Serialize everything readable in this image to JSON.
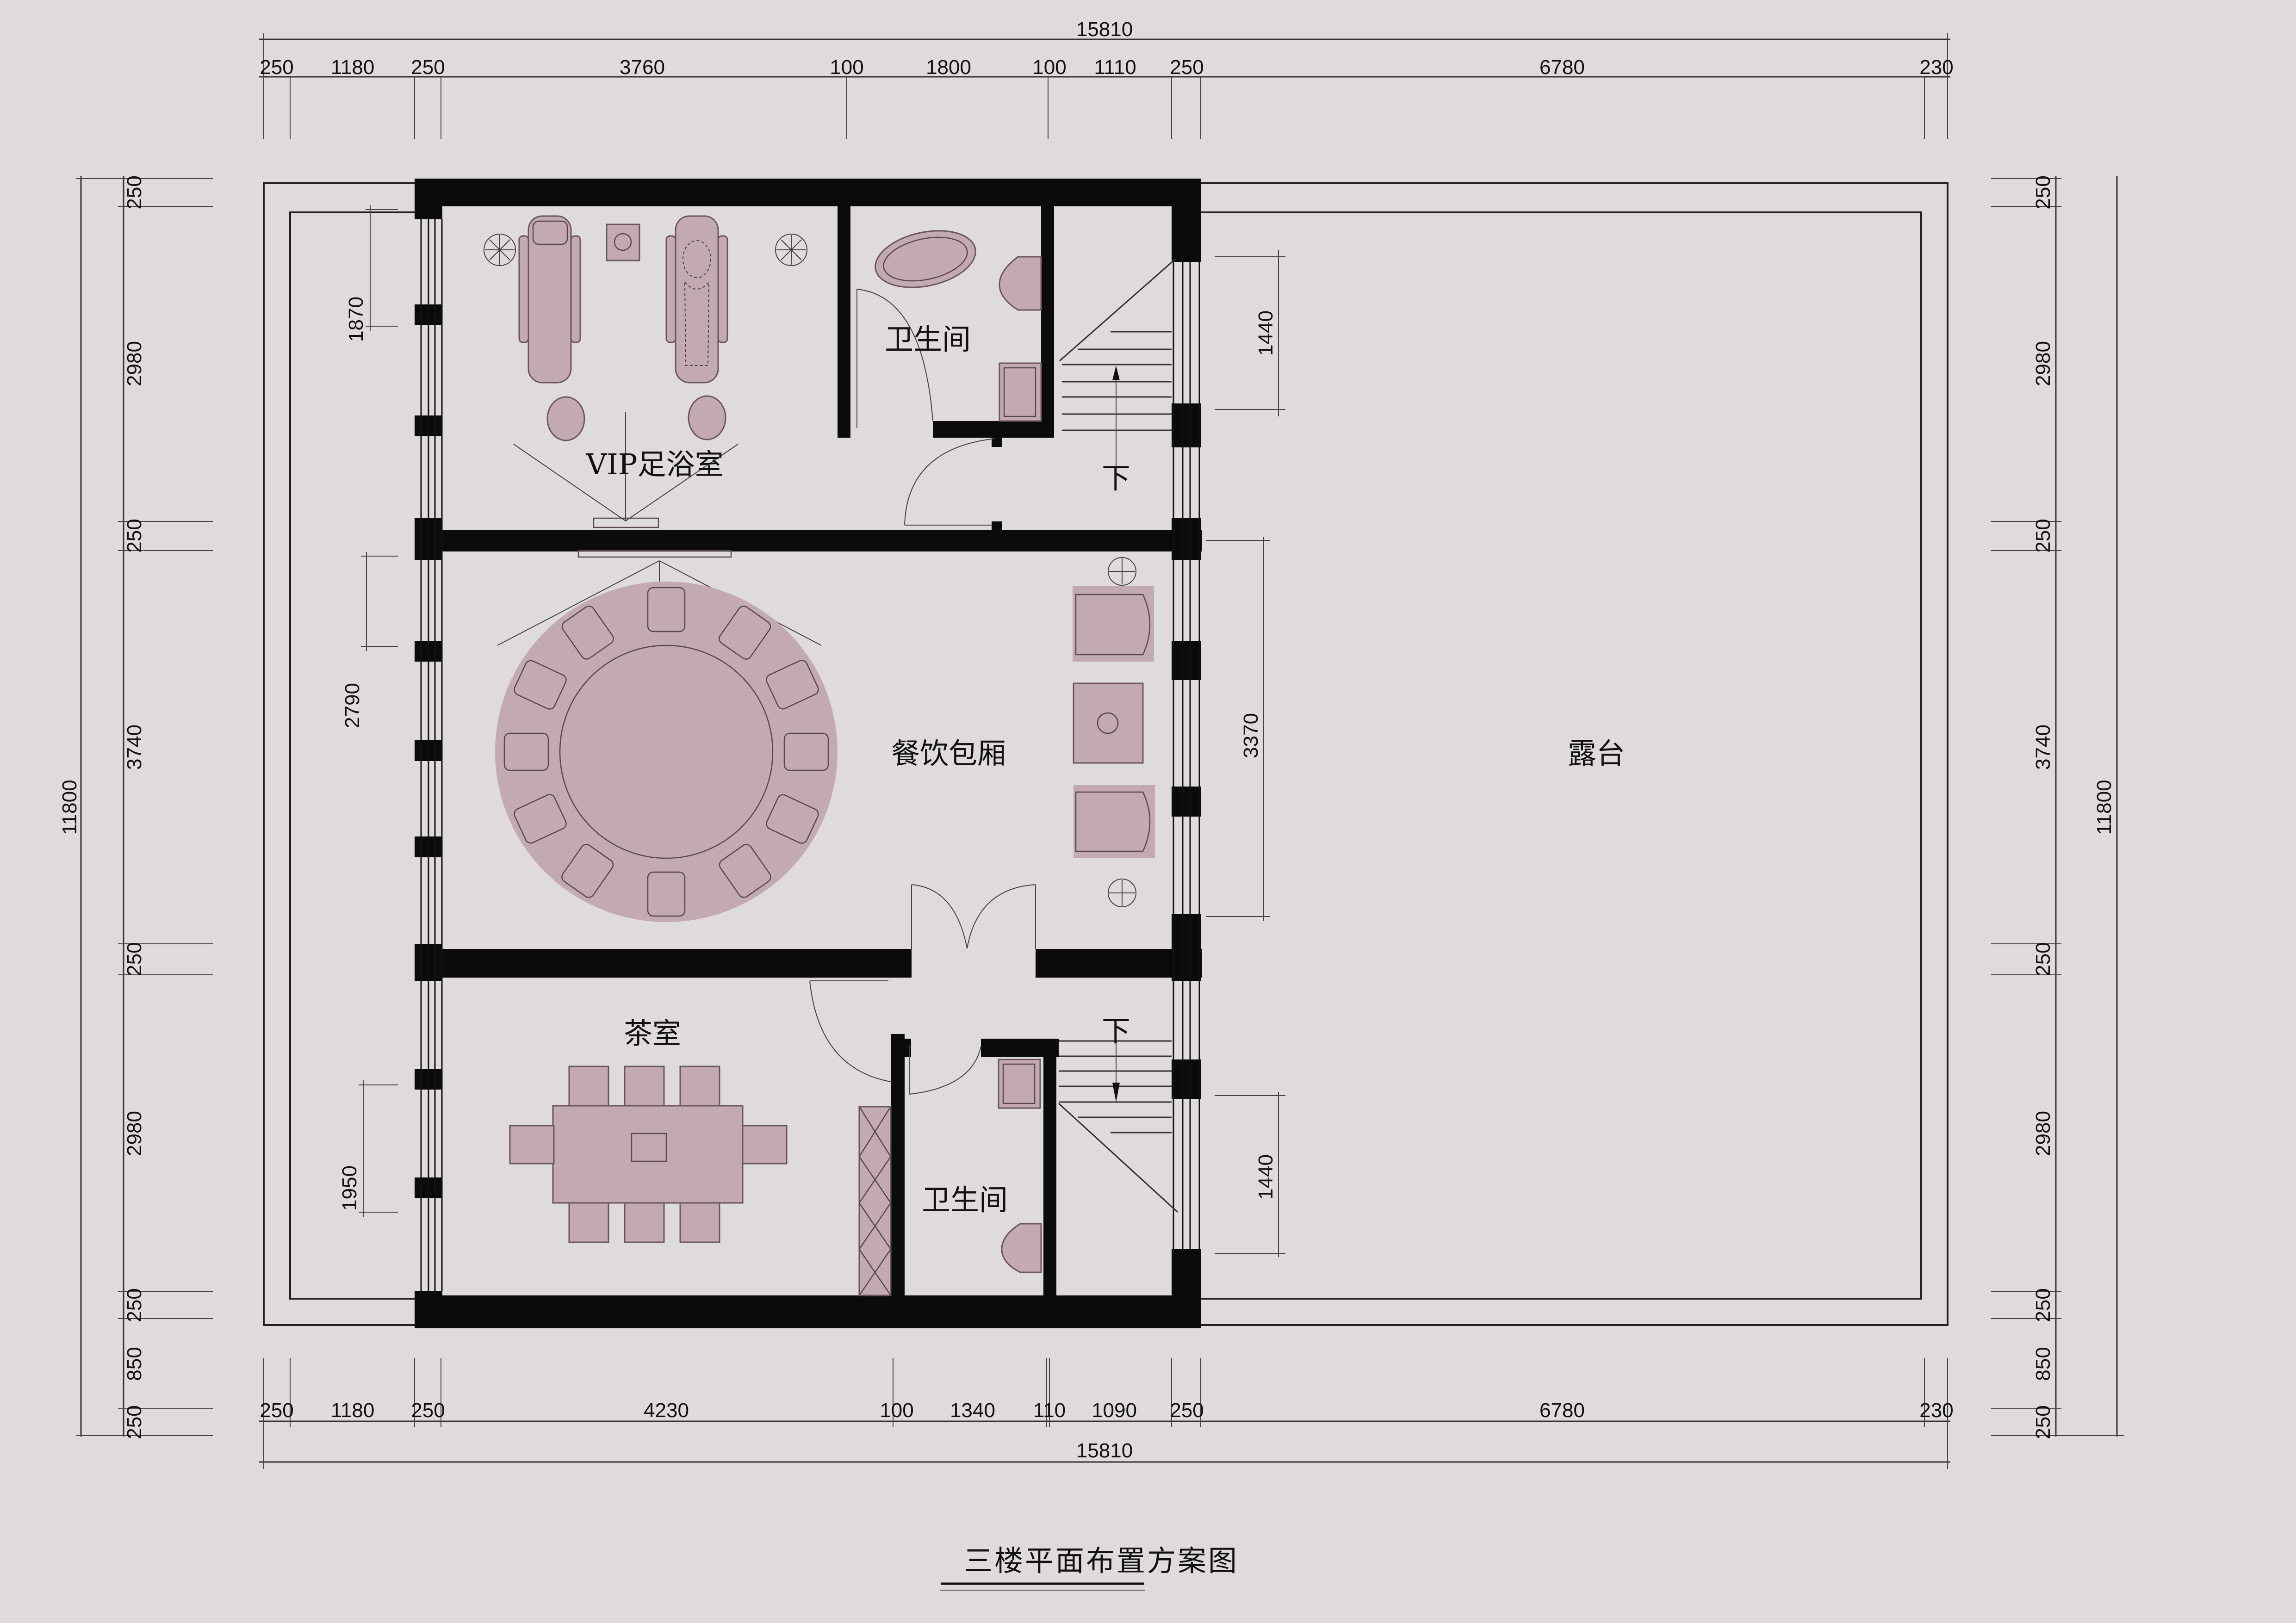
{
  "drawing": {
    "title": "三楼平面布置方案图",
    "colors": {
      "background": "#dfdbdc",
      "wall": "#0b0b0b",
      "furniture": "#c3aab1",
      "line": "#333333"
    }
  },
  "rooms": {
    "vip_foot_bath": "VIP足浴室",
    "bathroom_top": "卫生间",
    "dining_room": "餐饮包厢",
    "tea_room": "茶室",
    "bathroom_bottom": "卫生间",
    "terrace": "露台",
    "stair_down_top": "下",
    "stair_down_bottom": "下"
  },
  "dimensions": {
    "top_total": "15810",
    "top": [
      "250",
      "1180",
      "250",
      "3760",
      "100",
      "1800",
      "100",
      "1110",
      "250",
      "6780",
      "230"
    ],
    "bottom": [
      "250",
      "1180",
      "250",
      "4230",
      "100",
      "1340",
      "110",
      "1090",
      "250",
      "6780",
      "230"
    ],
    "bottom_total": "15810",
    "left": [
      "250",
      "2980",
      "250",
      "3740",
      "250",
      "2980",
      "250",
      "850",
      "250"
    ],
    "left_total": "11800",
    "right": [
      "250",
      "2980",
      "250",
      "3740",
      "250",
      "2980",
      "250",
      "850",
      "250"
    ],
    "right_total": "11800",
    "inner_left": [
      "1870",
      "2790",
      "1950"
    ],
    "inner_right": [
      "1440",
      "3370",
      "1440"
    ]
  }
}
